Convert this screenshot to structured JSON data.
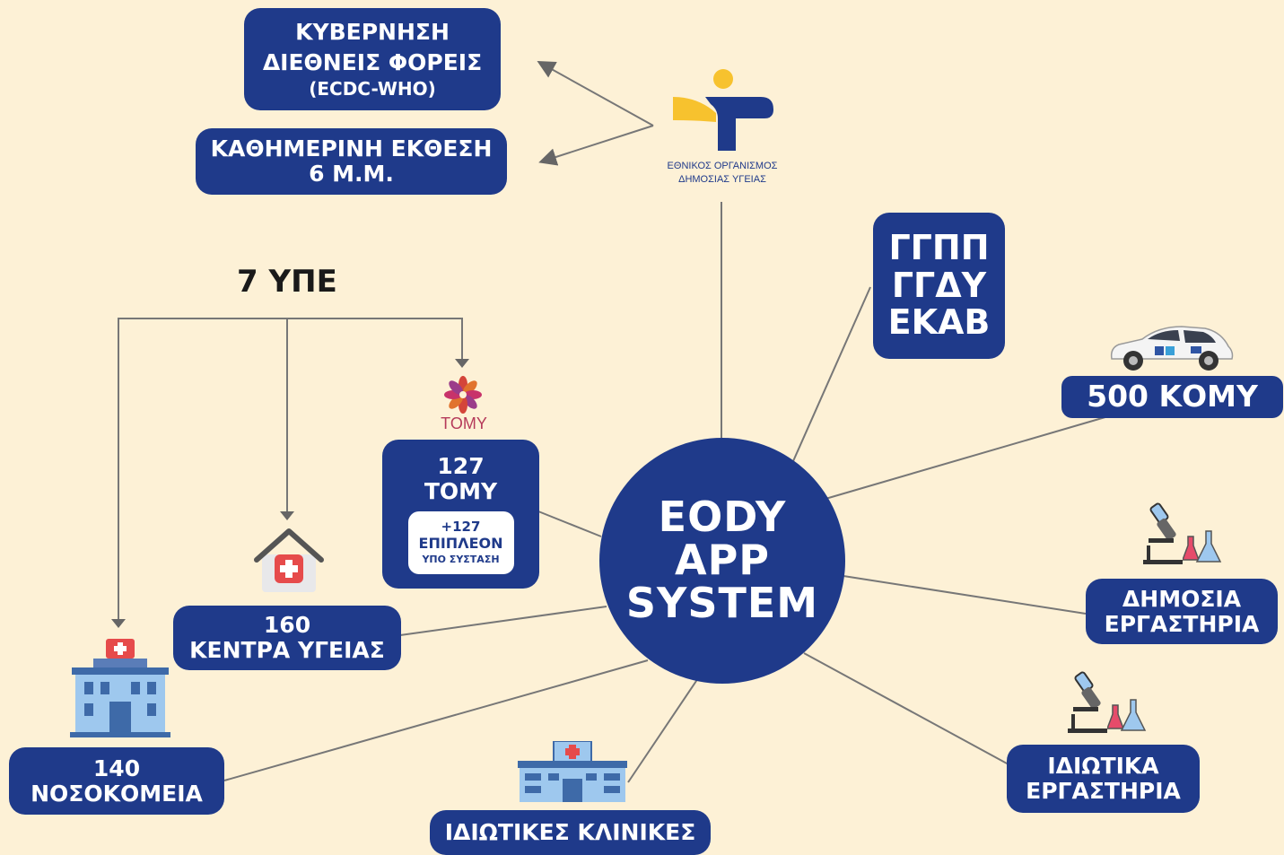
{
  "hub": {
    "lines": [
      "EODY",
      "APP",
      "SYSTEM"
    ]
  },
  "logo": {
    "line1": "ΕΘΝΙΚΟΣ ΟΡΓΑΝΙΣΜΟΣ",
    "line2": "ΔΗΜΟΣΙΑΣ ΥΓΕΙΑΣ"
  },
  "reports": {
    "government": {
      "line1": "ΚΥΒΕΡΝΗΣΗ",
      "line2": "ΔΙΕΘΝΕΙΣ ΦΟΡΕΙΣ",
      "line3": "(ECDC-WHO)"
    },
    "daily": {
      "line1": "ΚΑΘΗΜΕΡΙΝΗ ΕΚΘΕΣΗ",
      "line2": "6 Μ.Μ."
    }
  },
  "ype_title": "7 ΥΠΕ",
  "tomy": {
    "logo_text": "ΤΟΜΥ",
    "count": "127",
    "label": "ΤΟΜΥ",
    "extra_count": "+127",
    "extra_label": "ΕΠΙΠΛΕΟΝ",
    "extra_note": "ΥΠΟ ΣΥΣΤΑΣΗ"
  },
  "health_centers": {
    "count": "160",
    "label": "ΚΕΝΤΡΑ ΥΓΕΙΑΣ"
  },
  "hospitals": {
    "count": "140",
    "label": "ΝΟΣΟΚΟΜΕΙΑ"
  },
  "private_clinics": {
    "label": "ΙΔΙΩΤΙΚΕΣ ΚΛΙΝΙΚΕΣ"
  },
  "authorities": {
    "line1": "ΓΓΠΠ",
    "line2": "ΓΓΔΥ",
    "line3": "ΕΚΑΒ"
  },
  "komy": {
    "label": "500 ΚΟΜΥ"
  },
  "public_labs": {
    "line1": "ΔΗΜΟΣΙΑ",
    "line2": "ΕΡΓΑΣΤΗΡΙΑ"
  },
  "private_labs": {
    "line1": "ΙΔΙΩΤΙΚΑ",
    "line2": "ΕΡΓΑΣΤΗΡΙΑ"
  },
  "colors": {
    "navy": "#1f3a8a",
    "background": "#fdf1d6",
    "logo_yellow": "#f7c22e",
    "connector": "#777777"
  },
  "icons": [
    "eody-logo-icon",
    "tomy-flower-icon",
    "health-center-icon",
    "hospital-icon",
    "clinic-icon",
    "ambulance-car-icon",
    "microscope-icon",
    "flask-icon"
  ]
}
